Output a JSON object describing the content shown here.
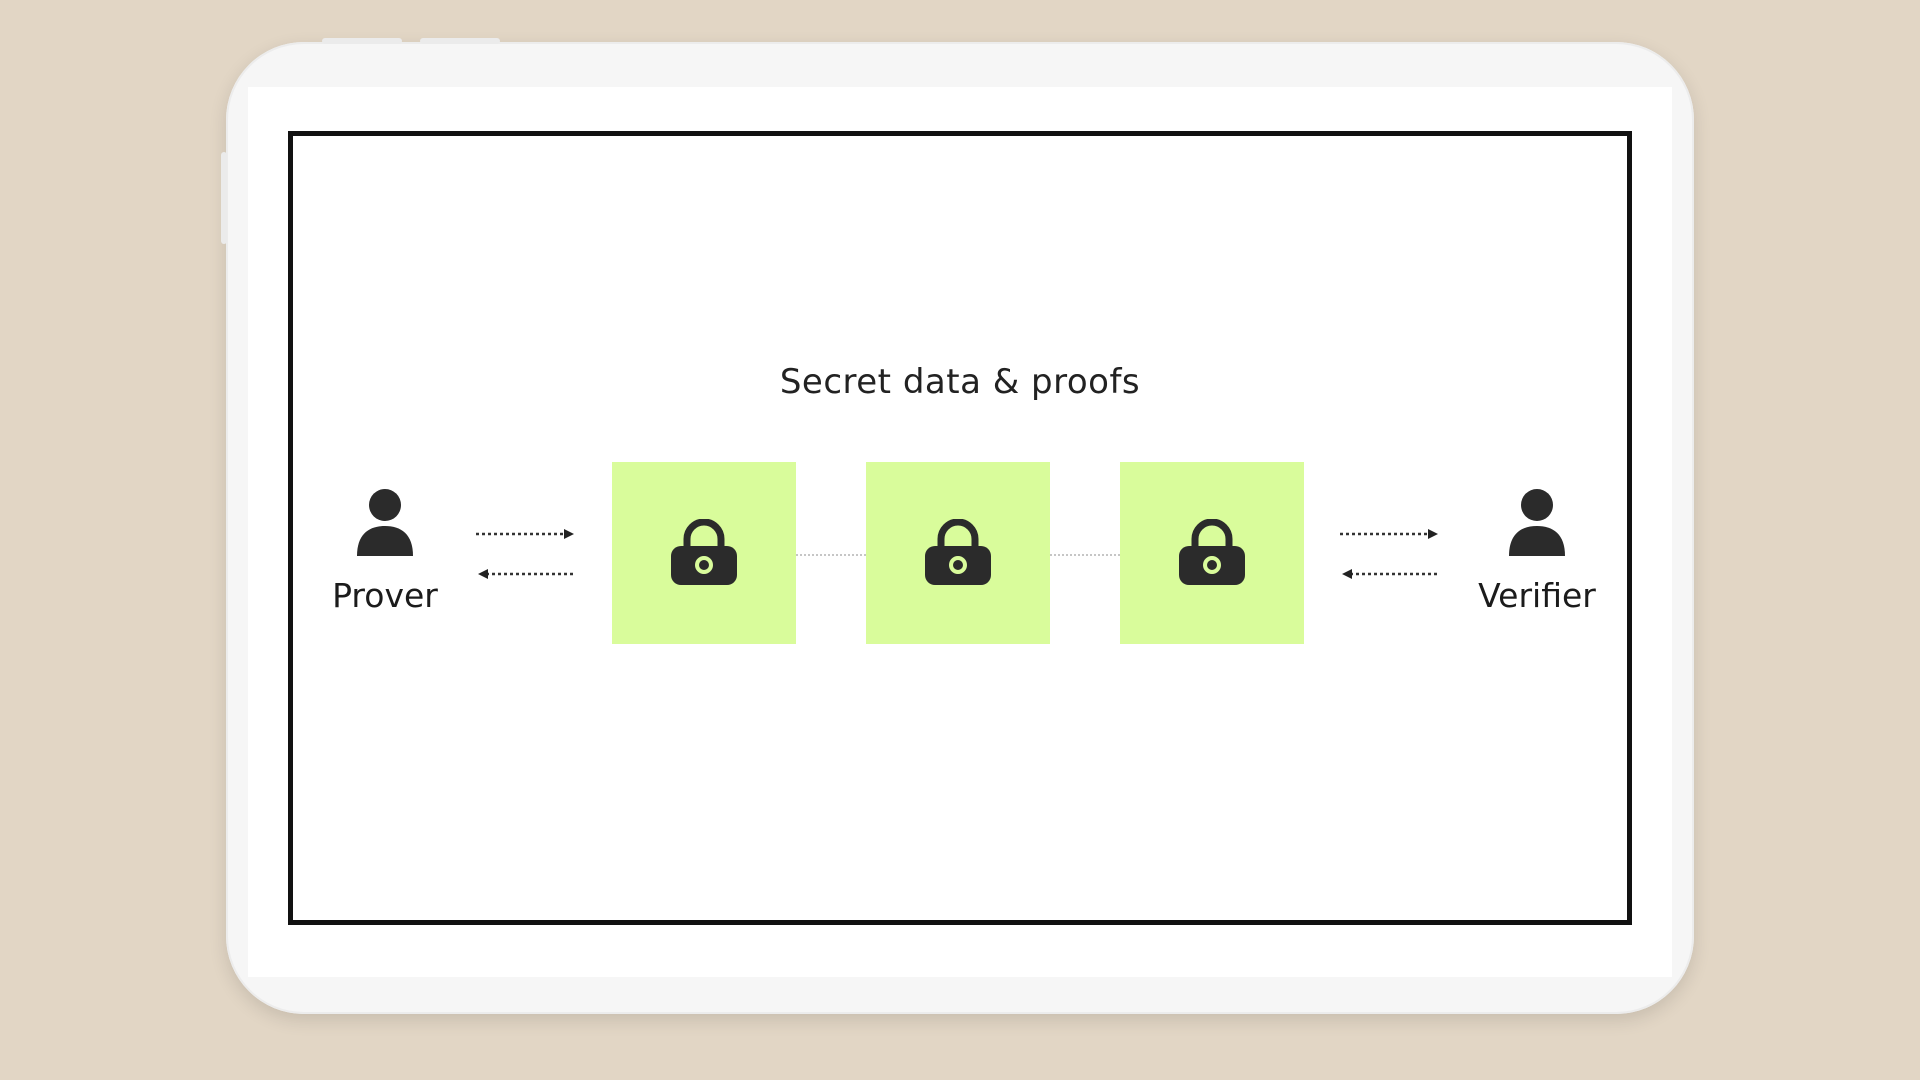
{
  "diagram": {
    "title": "Secret data & proofs",
    "prover": {
      "label": "Prover",
      "icon": "person-icon"
    },
    "verifier": {
      "label": "Verifier",
      "icon": "person-icon"
    },
    "blocks": [
      {
        "icon": "lock-icon"
      },
      {
        "icon": "lock-icon"
      },
      {
        "icon": "lock-icon"
      }
    ],
    "colors": {
      "background": "#e2d6c5",
      "block_fill": "#d9fc9b",
      "icon_dark": "#2b2b2b",
      "frame_border": "#111111"
    }
  }
}
